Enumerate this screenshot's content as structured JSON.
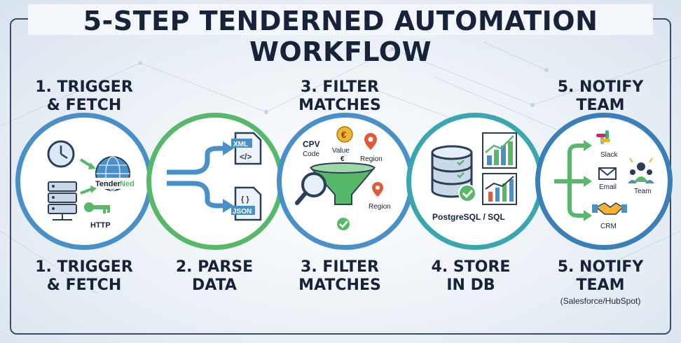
{
  "title": "5-STEP TENDERNED AUTOMATION WORKFLOW",
  "top_labels": {
    "step1": "1. TRIGGER\n& FETCH",
    "step3": "3. FILTER\nMATCHES",
    "step5": "5. NOTIFY\nTEAM"
  },
  "bottom_labels": {
    "step1": "1. TRIGGER\n& FETCH",
    "step2": "2. PARSE\nDATA",
    "step3": "3. FILTER\nMATCHES",
    "step4": "4. STORE\nIN DB",
    "step5": "5. NOTIFY\nTEAM"
  },
  "step5_sub": "(Salesforce/HubSpot)",
  "step1": {
    "logo_text_a": "Tender",
    "logo_text_b": "Ned",
    "http": "HTTP"
  },
  "step2": {
    "xml": "XML",
    "json": "JSON",
    "xml_glyph": "</>",
    "json_glyph": "{ }"
  },
  "step3": {
    "cpv_a": "CPV",
    "cpv_b": "Code",
    "value_a": "Value",
    "value_b": "€",
    "region_1": "Region",
    "region_2": "Region",
    "euro": "€"
  },
  "step4": {
    "db": "PostgreSQL / SQL"
  },
  "step5": {
    "slack": "Slack",
    "email": "Email",
    "team": "Team",
    "crm": "CRM"
  },
  "colors": {
    "blue": "#4a90c8",
    "green": "#58b86a",
    "teal": "#3aa7b0",
    "dark": "#16233a"
  }
}
